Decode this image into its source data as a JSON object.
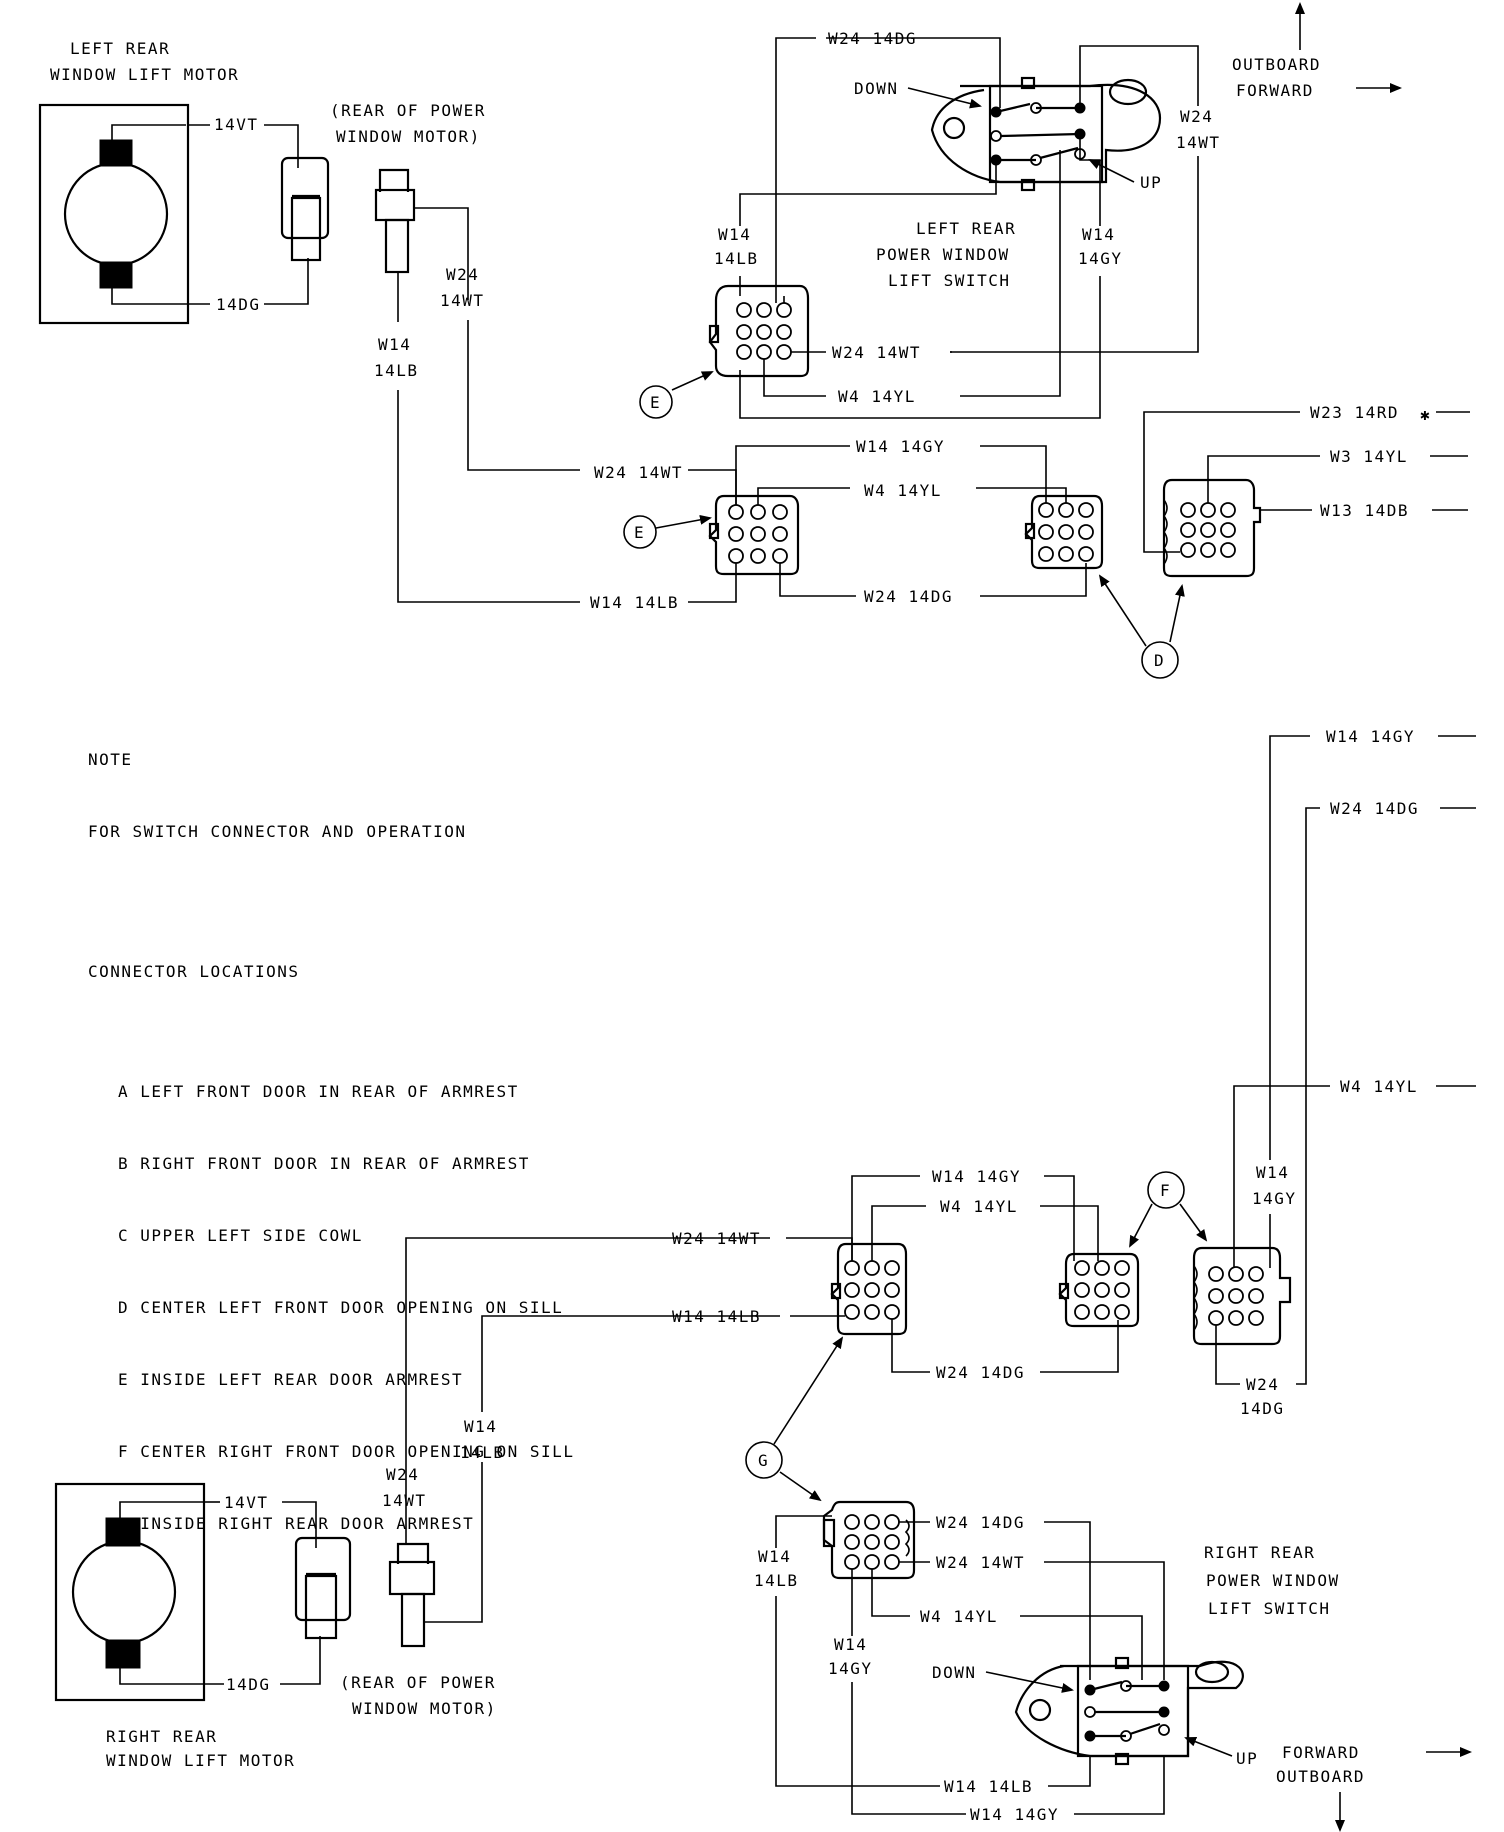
{
  "labels": {
    "left_motor_title_1": "LEFT REAR",
    "left_motor_title_2": "WINDOW LIFT MOTOR",
    "right_motor_title_1": "RIGHT REAR",
    "right_motor_title_2": "WINDOW LIFT MOTOR",
    "rear_of_motor_top_1": "(REAR OF POWER",
    "rear_of_motor_top_2": "WINDOW MOTOR)",
    "rear_of_motor_bot_1": "(REAR OF POWER",
    "rear_of_motor_bot_2": "WINDOW MOTOR)",
    "left_switch_1": "LEFT REAR",
    "left_switch_2": "POWER WINDOW",
    "left_switch_3": "LIFT SWITCH",
    "right_switch_1": "RIGHT REAR",
    "right_switch_2": "POWER WINDOW",
    "right_switch_3": "LIFT SWITCH",
    "down_top": "DOWN",
    "up_top": "UP",
    "down_bot": "DOWN",
    "up_bot": "UP",
    "outboard_top": "OUTBOARD",
    "forward_top": "FORWARD",
    "forward_bot": "FORWARD",
    "outboard_bot": "OUTBOARD"
  },
  "wires": {
    "t_14vt": "14VT",
    "t_14dg": "14DG",
    "t_w24_14wt_v_1": "W24",
    "t_w24_14wt_v_2": "14WT",
    "t_w14_14lb_v_1": "W14",
    "t_w14_14lb_v_2": "14LB",
    "t_w24_14dg_sw": "W24 14DG",
    "t_w24_14wt_sw_1": "W24",
    "t_w24_14wt_sw_2": "14WT",
    "t_w14_14lb_sw_1": "W14",
    "t_w14_14lb_sw_2": "14LB",
    "t_w14_14gy_sw_1": "W14",
    "t_w14_14gy_sw_2": "14GY",
    "t_w24_14wt_c": "W24 14WT",
    "t_w4_14yl_c": "W4 14YL",
    "t_w14_14gy_e": "W14 14GY",
    "t_w24_14wt_e": "W24 14WT",
    "t_w4_14yl_e": "W4 14YL",
    "t_w14_14lb_e": "W14 14LB",
    "t_w24_14dg_e": "W24 14DG",
    "t_w23_14rd": "W23 14RD",
    "t_star": "✱",
    "t_w3_14yl": "W3 14YL",
    "t_w13_14db": "W13 14DB",
    "b_w14_14gy_r": "W14 14GY",
    "b_w24_14dg_r": "W24 14DG",
    "b_w4_14yl_r": "W4 14YL",
    "b_w14_14gy_v_1": "W14",
    "b_w14_14gy_v_2": "14GY",
    "b_w14_14gy_g": "W14 14GY",
    "b_w4_14yl_g": "W4 14YL",
    "b_w24_14wt_g": "W24 14WT",
    "b_w14_14lb_g": "W14 14LB",
    "b_w24_14dg_g": "W24 14DG",
    "b_w24_14dg_f_1": "W24",
    "b_w24_14dg_f_2": "14DG",
    "b_w14_14lb_v_1": "W14",
    "b_w14_14lb_v_2": "14LB",
    "b_w24_14wt_v_1": "W24",
    "b_w24_14wt_v_2": "14WT",
    "b_14vt": "14VT",
    "b_14dg": "14DG",
    "b_sw_w24_14dg": "W24 14DG",
    "b_sw_w24_14wt": "W24 14WT",
    "b_sw_w4_14yl": "W4 14YL",
    "b_sw_w14_14lb_1": "W14",
    "b_sw_w14_14lb_2": "14LB",
    "b_sw_w14_14gy_1": "W14",
    "b_sw_w14_14gy_2": "14GY",
    "b_sw_w14_14lb_h": "W14 14LB",
    "b_sw_w14_14gy_h": "W14 14GY"
  },
  "connector_tags": {
    "e_upper": "E",
    "e_lower": "E",
    "d": "D",
    "f": "F",
    "g": "G"
  },
  "note": {
    "title": "NOTE",
    "line": "FOR SWITCH CONNECTOR AND OPERATION",
    "locations_title": "CONNECTOR LOCATIONS",
    "locations": [
      "A LEFT FRONT DOOR IN REAR OF ARMREST",
      "B RIGHT FRONT DOOR IN REAR OF ARMREST",
      "C UPPER LEFT SIDE COWL",
      "D CENTER LEFT FRONT DOOR OPENING ON SILL",
      "E INSIDE LEFT REAR DOOR ARMREST",
      "F CENTER RIGHT FRONT DOOR OPENING ON SILL",
      "G INSIDE RIGHT REAR DOOR ARMREST"
    ]
  }
}
